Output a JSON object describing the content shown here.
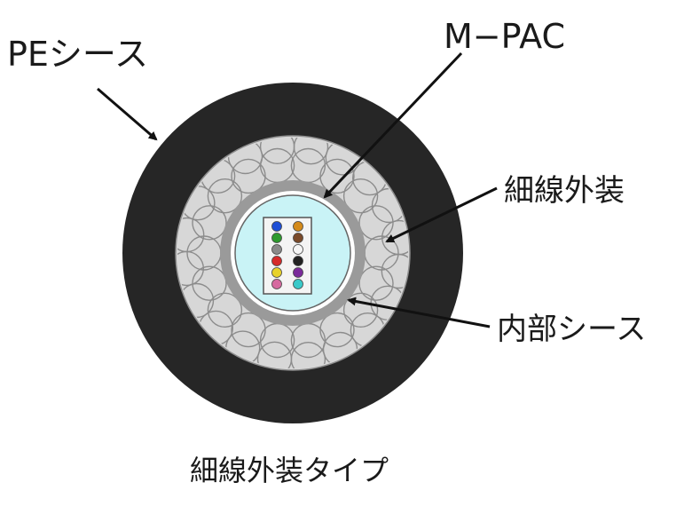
{
  "labels": {
    "pe_sheath": "PEシース",
    "m_pac": "M−PAC",
    "fine_wire_armor": "細線外装",
    "inner_sheath": "内部シース",
    "caption": "細線外装タイプ"
  },
  "colors": {
    "outer_sheath": "#262626",
    "armor_fill": "#d7d7d7",
    "armor_wire_stroke": "#8c8c8c",
    "inner_sheath": "#9a9a9a",
    "core_fill": "#c9f3f6",
    "fiber_colors": [
      "#1f4fd6",
      "#d48a1a",
      "#2e9a2e",
      "#7a4a2a",
      "#8a8a8a",
      "#f5f5f5",
      "#d62a2a",
      "#222222",
      "#e8d22a",
      "#7a2a9a",
      "#d66aa0",
      "#3ac9c9"
    ]
  }
}
